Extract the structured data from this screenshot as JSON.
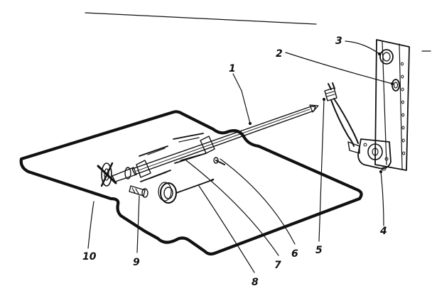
{
  "diagram": {
    "kind": "exploded-parts-diagram",
    "ink_color": "#111111",
    "background": "#ffffff",
    "callouts": [
      "1",
      "2",
      "3",
      "4",
      "5",
      "6",
      "7",
      "8",
      "9",
      "10"
    ]
  }
}
